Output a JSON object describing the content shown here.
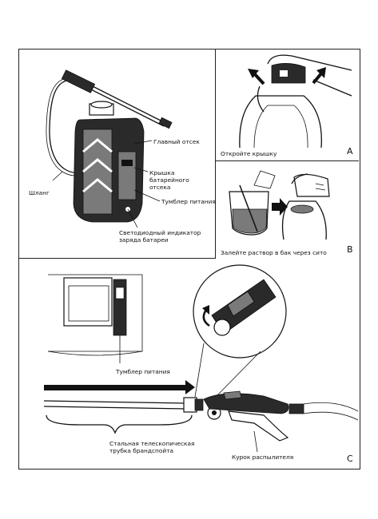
{
  "labels": {
    "main_compartment": "Главный отсек",
    "battery_cover_1": "Крышка",
    "battery_cover_2": "батарейного",
    "battery_cover_3": "отсека",
    "power_switch": "Тумблер питания",
    "hose": "Шланг",
    "led_1": "Светодиодный индикатор",
    "led_2": "заряда батареи",
    "open_lid": "Откройте крышку",
    "fill_tank": "Залейте раствор в бак через сито",
    "power_switch_c": "Тумблер питания",
    "lance_1": "Стальная телескопическая",
    "lance_2": "трубка брандспойта",
    "trigger": "Курок распылителя"
  },
  "panel_letters": {
    "a": "A",
    "b": "B",
    "c": "C"
  },
  "icons": {
    "sprayer": "backpack-sprayer-icon",
    "lid": "tank-lid-icon",
    "beaker": "beaker-icon",
    "arrow": "arrow-right-icon",
    "lance": "spray-lance-icon",
    "rotate": "rotate-arrow-icon"
  }
}
